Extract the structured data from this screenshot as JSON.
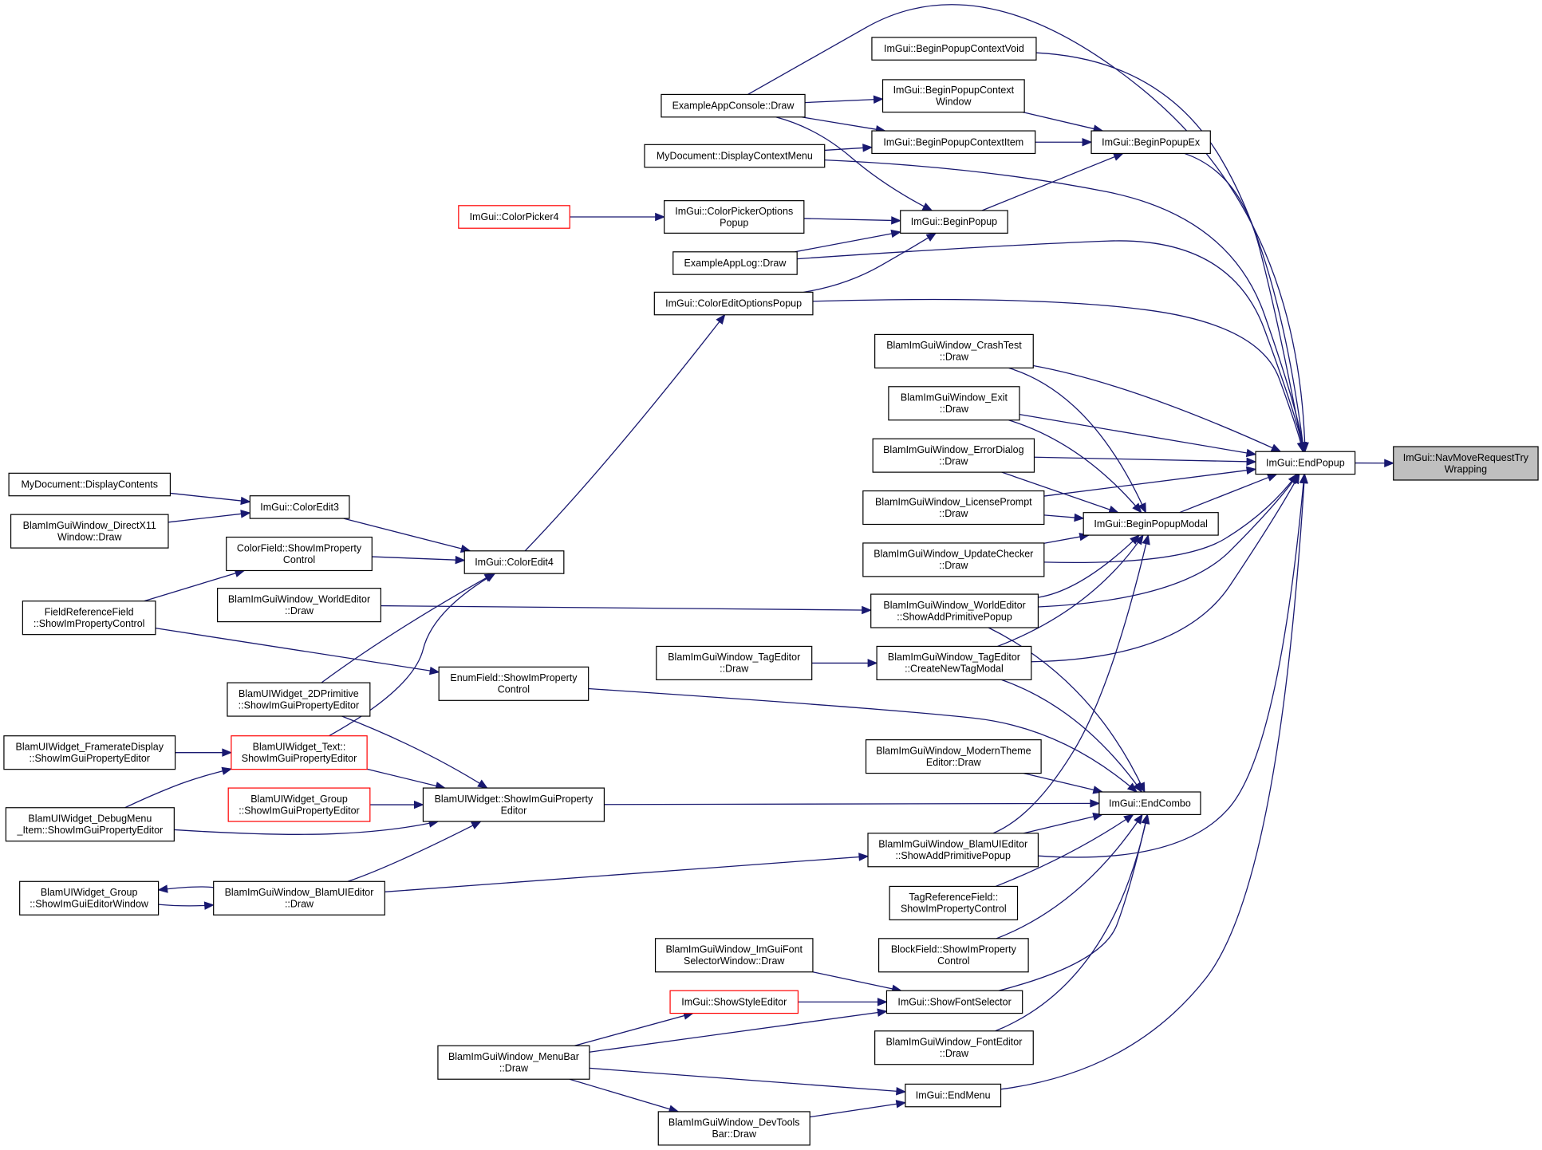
{
  "colors": {
    "edge": "#191970",
    "node_border": "#000000",
    "node_border_red": "#ff0000",
    "node_fill": "#ffffff",
    "focus_fill": "#bfbfbf"
  },
  "nodes": [
    {
      "id": "navmove",
      "lines": [
        "ImGui::NavMoveRequestTry",
        "Wrapping"
      ],
      "style": "focus"
    },
    {
      "id": "endpopup",
      "lines": [
        "ImGui::EndPopup"
      ]
    },
    {
      "id": "beginpopupex",
      "lines": [
        "ImGui::BeginPopupEx"
      ]
    },
    {
      "id": "bpcvoid",
      "lines": [
        "ImGui::BeginPopupContextVoid"
      ]
    },
    {
      "id": "bpcwindow",
      "lines": [
        "ImGui::BeginPopupContext",
        "Window"
      ]
    },
    {
      "id": "bpcitem",
      "lines": [
        "ImGui::BeginPopupContextItem"
      ]
    },
    {
      "id": "appconsole",
      "lines": [
        "ExampleAppConsole::Draw"
      ]
    },
    {
      "id": "mydocctx",
      "lines": [
        "MyDocument::DisplayContextMenu"
      ]
    },
    {
      "id": "beginpopup",
      "lines": [
        "ImGui::BeginPopup"
      ]
    },
    {
      "id": "colorpicker4",
      "lines": [
        "ImGui::ColorPicker4"
      ],
      "style": "red"
    },
    {
      "id": "cpoptpopup",
      "lines": [
        "ImGui::ColorPickerOptions",
        "Popup"
      ]
    },
    {
      "id": "applog",
      "lines": [
        "ExampleAppLog::Draw"
      ]
    },
    {
      "id": "ceoptpopup",
      "lines": [
        "ImGui::ColorEditOptionsPopup"
      ]
    },
    {
      "id": "crashtest",
      "lines": [
        "BlamImGuiWindow_CrashTest",
        "::Draw"
      ]
    },
    {
      "id": "exitwin",
      "lines": [
        "BlamImGuiWindow_Exit",
        "::Draw"
      ]
    },
    {
      "id": "errordlg",
      "lines": [
        "BlamImGuiWindow_ErrorDialog",
        "::Draw"
      ]
    },
    {
      "id": "license",
      "lines": [
        "BlamImGuiWindow_LicensePrompt",
        "::Draw"
      ]
    },
    {
      "id": "bpmodal",
      "lines": [
        "ImGui::BeginPopupModal"
      ]
    },
    {
      "id": "updatechk",
      "lines": [
        "BlamImGuiWindow_UpdateChecker",
        "::Draw"
      ]
    },
    {
      "id": "weaddprim",
      "lines": [
        "BlamImGuiWindow_WorldEditor",
        "::ShowAddPrimitivePopup"
      ]
    },
    {
      "id": "tageddraw",
      "lines": [
        "BlamImGuiWindow_TagEditor",
        "::Draw"
      ]
    },
    {
      "id": "tagednew",
      "lines": [
        "BlamImGuiWindow_TagEditor",
        "::CreateNewTagModal"
      ]
    },
    {
      "id": "mydoccont",
      "lines": [
        "MyDocument::DisplayContents"
      ]
    },
    {
      "id": "coloredit3",
      "lines": [
        "ImGui::ColorEdit3"
      ]
    },
    {
      "id": "dx11",
      "lines": [
        "BlamImGuiWindow_DirectX11",
        "Window::Draw"
      ]
    },
    {
      "id": "colorfield",
      "lines": [
        "ColorField::ShowImProperty",
        "Control"
      ]
    },
    {
      "id": "coloredit4",
      "lines": [
        "ImGui::ColorEdit4"
      ]
    },
    {
      "id": "wedraw",
      "lines": [
        "BlamImGuiWindow_WorldEditor",
        "::Draw"
      ]
    },
    {
      "id": "fieldref",
      "lines": [
        "FieldReferenceField",
        "::ShowImPropertyControl"
      ]
    },
    {
      "id": "enumfield",
      "lines": [
        "EnumField::ShowImProperty",
        "Control"
      ]
    },
    {
      "id": "w2dprim",
      "lines": [
        "BlamUIWidget_2DPrimitive",
        "::ShowImGuiPropertyEditor"
      ]
    },
    {
      "id": "framerate",
      "lines": [
        "BlamUIWidget_FramerateDisplay",
        "::ShowImGuiPropertyEditor"
      ]
    },
    {
      "id": "wtext",
      "lines": [
        "BlamUIWidget_Text::",
        "ShowImGuiPropertyEditor"
      ],
      "style": "red"
    },
    {
      "id": "modernthm",
      "lines": [
        "BlamImGuiWindow_ModernTheme",
        "Editor::Draw"
      ]
    },
    {
      "id": "endcombo",
      "lines": [
        "ImGui::EndCombo"
      ]
    },
    {
      "id": "wgroup",
      "lines": [
        "BlamUIWidget_Group",
        "::ShowImGuiPropertyEditor"
      ],
      "style": "red"
    },
    {
      "id": "wprop",
      "lines": [
        "BlamUIWidget::ShowImGuiProperty",
        "Editor"
      ]
    },
    {
      "id": "debugmenu",
      "lines": [
        "BlamUIWidget_DebugMenu",
        "_Item::ShowImGuiPropertyEditor"
      ]
    },
    {
      "id": "uiaddprim",
      "lines": [
        "BlamImGuiWindow_BlamUIEditor",
        "::ShowAddPrimitivePopup"
      ]
    },
    {
      "id": "groupwin",
      "lines": [
        "BlamUIWidget_Group",
        "::ShowImGuiEditorWindow"
      ]
    },
    {
      "id": "uieddraw",
      "lines": [
        "BlamImGuiWindow_BlamUIEditor",
        "::Draw"
      ]
    },
    {
      "id": "tagreffield",
      "lines": [
        "TagReferenceField::",
        "ShowImPropertyControl"
      ]
    },
    {
      "id": "blockfield",
      "lines": [
        "BlockField::ShowImProperty",
        "Control"
      ]
    },
    {
      "id": "fontselwin",
      "lines": [
        "BlamImGuiWindow_ImGuiFont",
        "SelectorWindow::Draw"
      ]
    },
    {
      "id": "styleeditor",
      "lines": [
        "ImGui::ShowStyleEditor"
      ],
      "style": "red"
    },
    {
      "id": "fontselector",
      "lines": [
        "ImGui::ShowFontSelector"
      ]
    },
    {
      "id": "menubar",
      "lines": [
        "BlamImGuiWindow_MenuBar",
        "::Draw"
      ]
    },
    {
      "id": "fonteditor",
      "lines": [
        "BlamImGuiWindow_FontEditor",
        "::Draw"
      ]
    },
    {
      "id": "endmenu",
      "lines": [
        "ImGui::EndMenu"
      ]
    },
    {
      "id": "devtools",
      "lines": [
        "BlamImGuiWindow_DevTools",
        "Bar::Draw"
      ]
    }
  ]
}
